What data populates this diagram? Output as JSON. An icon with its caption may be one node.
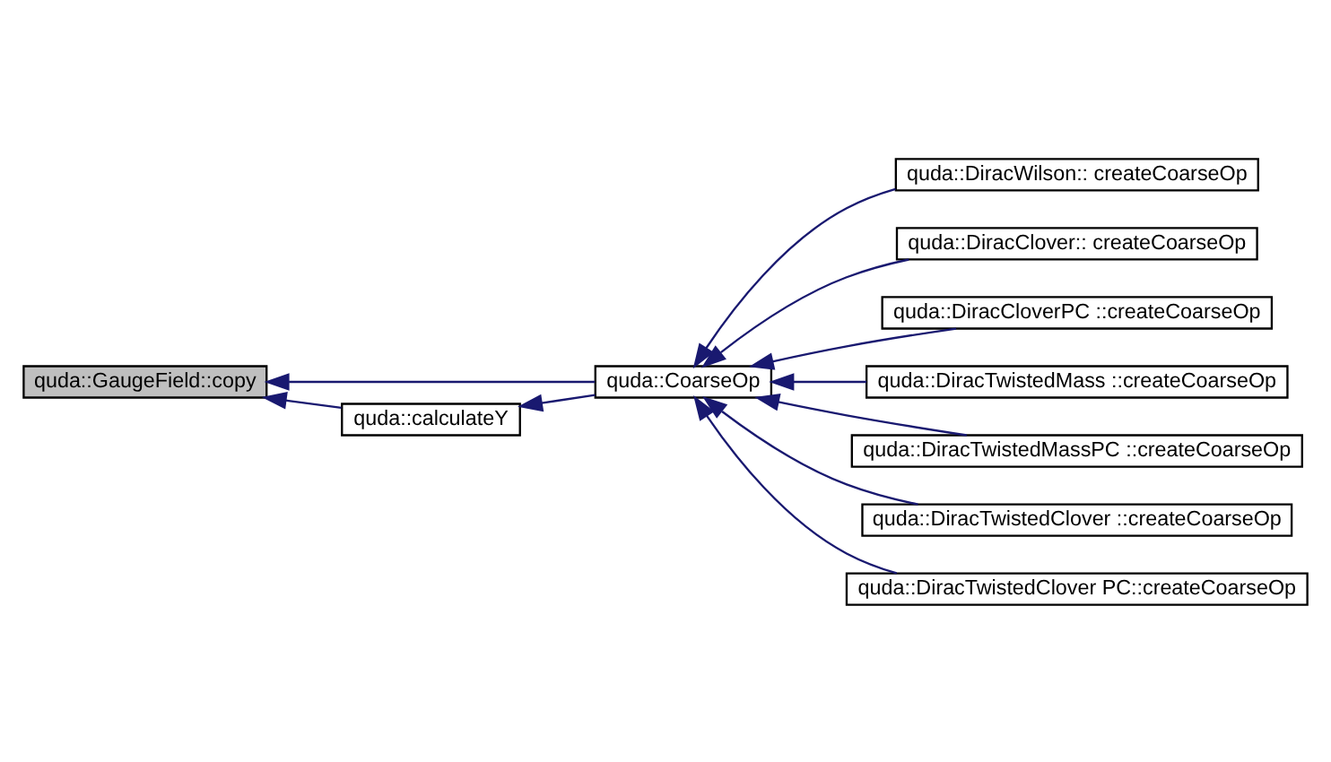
{
  "diagram": {
    "nodes": [
      {
        "text": [
          "quda::GaugeField::copy"
        ]
      },
      {
        "text": [
          "quda::calculateY"
        ]
      },
      {
        "text": [
          "quda::CoarseOp"
        ]
      },
      {
        "text": [
          "quda::DiracWilson:: createCoarseOp"
        ]
      },
      {
        "text": [
          "quda::DiracClover:: createCoarseOp"
        ]
      },
      {
        "text": [
          "quda::DiracCloverPC ::createCoarseOp"
        ]
      },
      {
        "text": [
          "quda::DiracTwistedMass ::createCoarseOp"
        ]
      },
      {
        "text": [
          "quda::DiracTwistedMassPC ::createCoarseOp"
        ]
      },
      {
        "text": [
          "quda::DiracTwistedClover ::createCoarseOp"
        ]
      },
      {
        "text": [
          "quda::DiracTwistedClover PC::createCoarseOp"
        ]
      }
    ],
    "edges": [
      {
        "from": 1,
        "to": 0,
        "arrow": "to"
      },
      {
        "from": 2,
        "to": 0,
        "arrow": "to"
      },
      {
        "from": 2,
        "to": 1,
        "arrow": "to"
      },
      {
        "from": 3,
        "to": 2,
        "arrow": "to"
      },
      {
        "from": 4,
        "to": 2,
        "arrow": "to"
      },
      {
        "from": 5,
        "to": 2,
        "arrow": "to"
      },
      {
        "from": 6,
        "to": 2,
        "arrow": "to"
      },
      {
        "from": 7,
        "to": 2,
        "arrow": "to"
      },
      {
        "from": 8,
        "to": 2,
        "arrow": "to"
      },
      {
        "from": 9,
        "to": 2,
        "arrow": "to"
      }
    ]
  }
}
